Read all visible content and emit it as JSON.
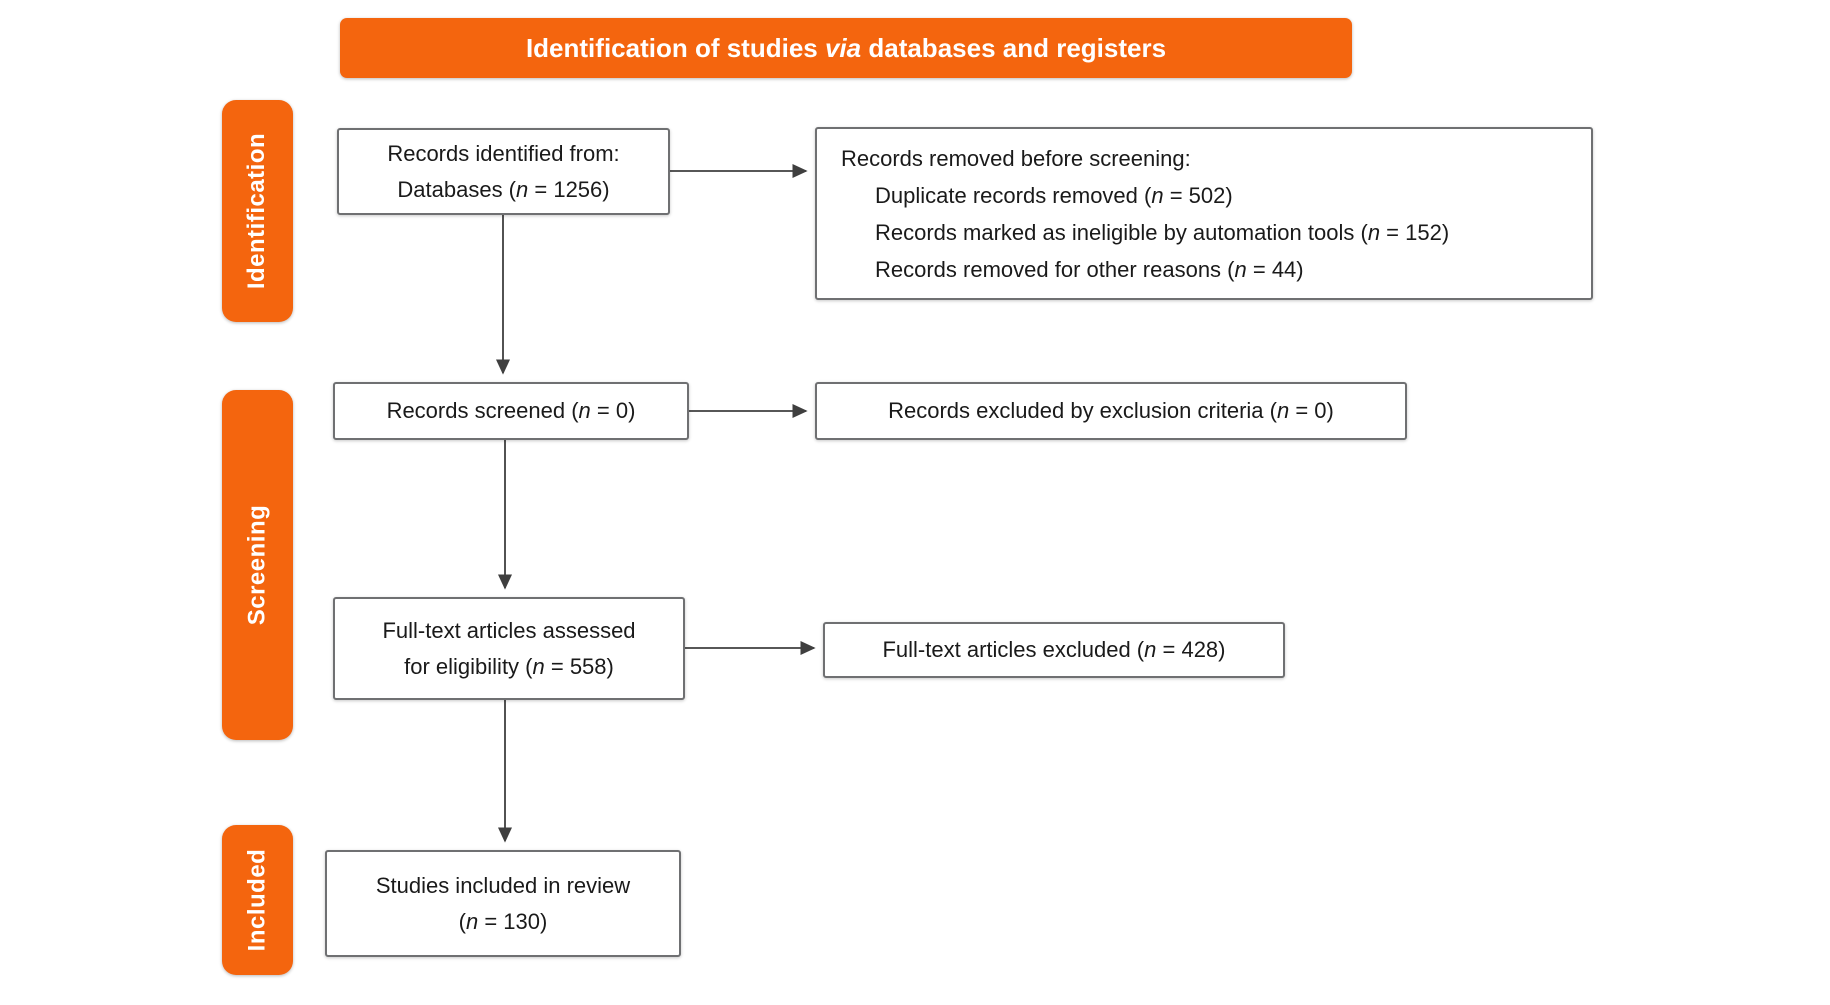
{
  "figure": {
    "title": "Identification of studies via databases and registers",
    "stages": {
      "identification": "Identification",
      "screening": "Screening",
      "included": "Included"
    },
    "boxes": {
      "identified": {
        "line1": "Records identified from:",
        "line2": "Databases (n = 1256)"
      },
      "removed": {
        "heading": "Records removed before screening:",
        "items": [
          "Duplicate records removed (n = 502)",
          "Records marked as ineligible by automation tools (n = 152)",
          "Records removed for other reasons (n = 44)"
        ]
      },
      "screened": {
        "text": "Records screened (n = 0)"
      },
      "screened_excluded": {
        "text": "Records excluded by exclusion criteria (n = 0)"
      },
      "assessed": {
        "line1": "Full-text articles assessed",
        "line2": "for eligibility (n = 558)"
      },
      "assessed_excluded": {
        "text": "Full-text articles excluded (n = 428)"
      },
      "included": {
        "line1": "Studies included in review",
        "line2": "(n = 130)"
      }
    },
    "colors": {
      "accent_orange": "#F4650E",
      "box_border_gray": "#6F7072",
      "arrow_gray": "#3F3F3F",
      "text_black": "#1A1A1A",
      "banner_text_white": "#FFFFFF"
    }
  }
}
